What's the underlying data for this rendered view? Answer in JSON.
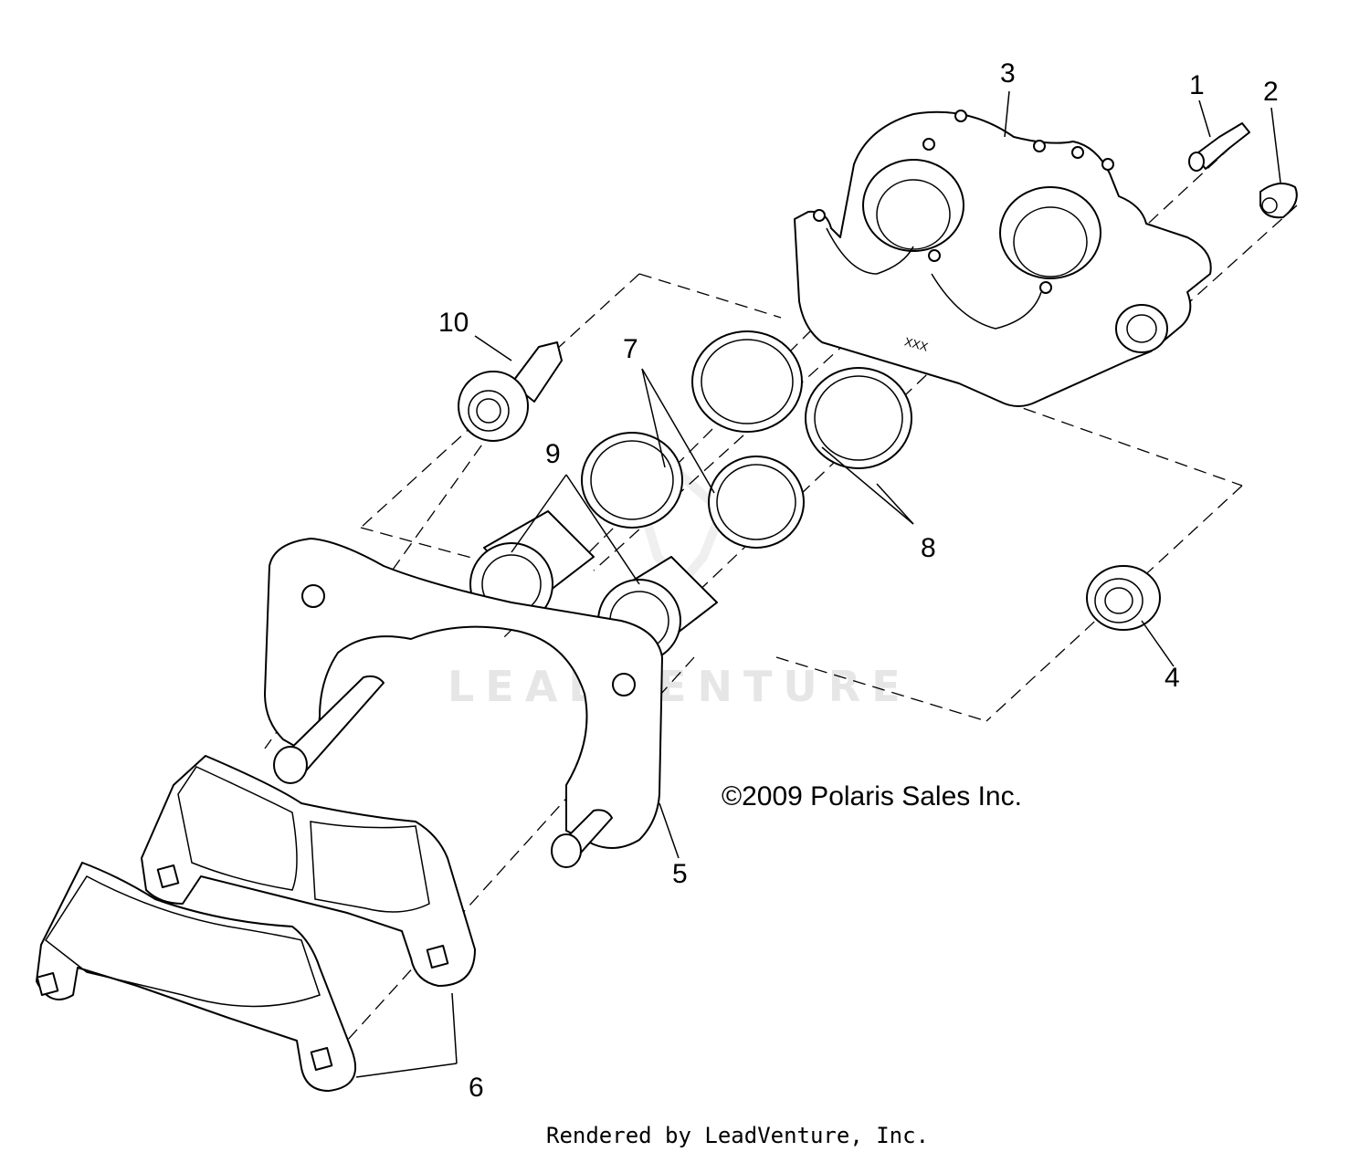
{
  "diagram": {
    "callouts": [
      {
        "id": "1",
        "text": "1"
      },
      {
        "id": "2",
        "text": "2"
      },
      {
        "id": "3",
        "text": "3"
      },
      {
        "id": "4",
        "text": "4"
      },
      {
        "id": "5",
        "text": "5"
      },
      {
        "id": "6",
        "text": "6"
      },
      {
        "id": "7",
        "text": "7"
      },
      {
        "id": "8",
        "text": "8"
      },
      {
        "id": "9",
        "text": "9"
      },
      {
        "id": "10",
        "text": "10"
      }
    ],
    "caliper_marking": "XXX",
    "copyright": "©2009 Polaris Sales Inc.",
    "watermark": "LEADVENTURE",
    "footer": "Rendered by LeadVenture, Inc."
  }
}
